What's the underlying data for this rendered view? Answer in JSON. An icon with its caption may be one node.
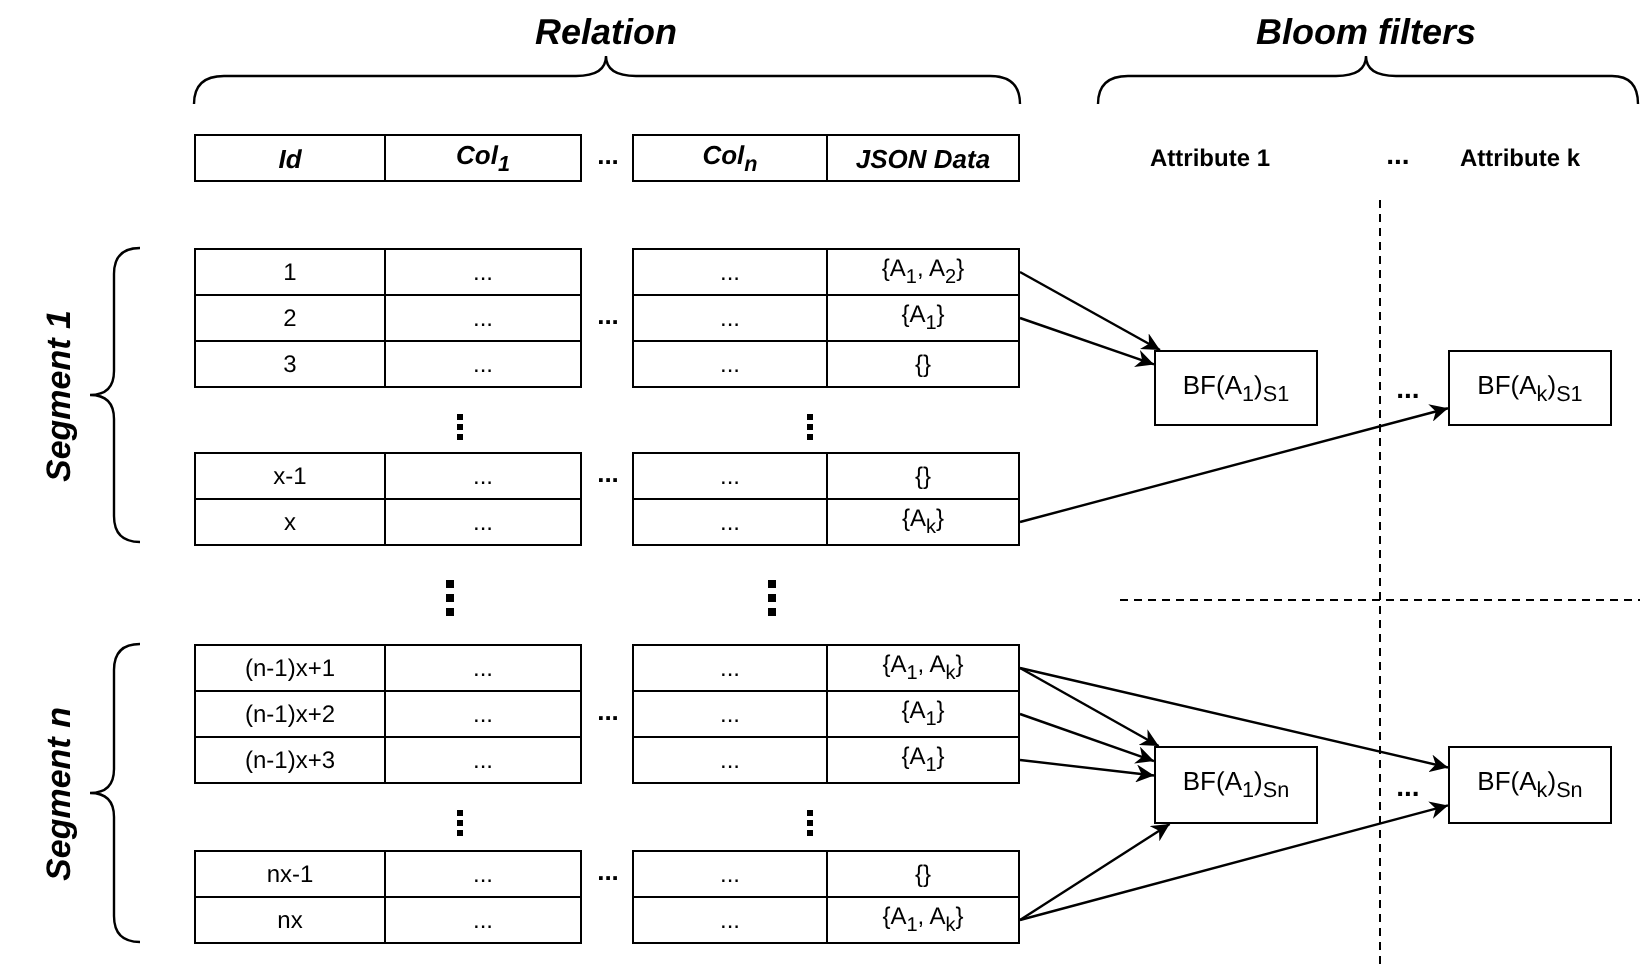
{
  "diagram": {
    "nodes": [
      {
        "text": [
          "Id"
        ]
      },
      {
        "text": [
          "Col$_{1}$"
        ]
      },
      {
        "text": [
          "Col$_{n}$"
        ]
      },
      {
        "text": [
          "JSON Data"
        ]
      },
      {
        "text": [
          "{A$_{1}$, A$_{2}$}"
        ]
      },
      {
        "text": [
          "{A$_{1}$}"
        ]
      },
      {
        "text": [
          "BF(A$_{1}$)$_{S1}$"
        ]
      },
      {
        "text": [
          "BF(A$_{k}$)$_{S1}$"
        ]
      },
      {
        "text": [
          "{A$_{k}$}"
        ]
      },
      {
        "text": [
          "{A$_{1}$, A$_{k}$}"
        ]
      },
      {
        "text": [
          "{A$_{1}$}"
        ]
      },
      {
        "text": [
          "{A$_{1}$}"
        ]
      },
      {
        "text": [
          "BF(A$_{1}$)$_{Sn}$"
        ]
      },
      {
        "text": [
          "BF(A$_{k}$)$_{Sn}$"
        ]
      },
      {
        "text": [
          "{A$_{1}$, A$_{k}$}"
        ]
      }
    ],
    "edges": [
      {
        "from": 4,
        "to": 6,
        "arrow": "to"
      },
      {
        "from": 5,
        "to": 6,
        "arrow": "to"
      },
      {
        "from": 8,
        "to": 7,
        "arrow": "to"
      },
      {
        "from": 9,
        "to": 12,
        "arrow": "to"
      },
      {
        "from": 9,
        "to": 13,
        "arrow": "to"
      },
      {
        "from": 10,
        "to": 12,
        "arrow": "to"
      },
      {
        "from": 11,
        "to": 12,
        "arrow": "to"
      },
      {
        "from": 14,
        "to": 12,
        "arrow": "to"
      },
      {
        "from": 14,
        "to": 13,
        "arrow": "to"
      }
    ],
    "labels": [
      "Relation",
      "Bloom filters",
      "...",
      "Attribute 1",
      "...",
      "Attribute k",
      "Segment 1",
      "1",
      "...",
      "...",
      "2",
      "...",
      "...",
      "...",
      "3",
      "...",
      "...",
      "{}",
      "...",
      "x-1",
      "...",
      "...",
      "...",
      "{}",
      "x",
      "...",
      "...",
      "Segment n",
      "(n-1)x+1",
      "...",
      "...",
      "(n-1)x+2",
      "...",
      "...",
      "...",
      "(n-1)x+3",
      "...",
      "...",
      "...",
      "nx-1",
      "...",
      "...",
      "...",
      "{}",
      "nx",
      "...",
      "..."
    ]
  }
}
